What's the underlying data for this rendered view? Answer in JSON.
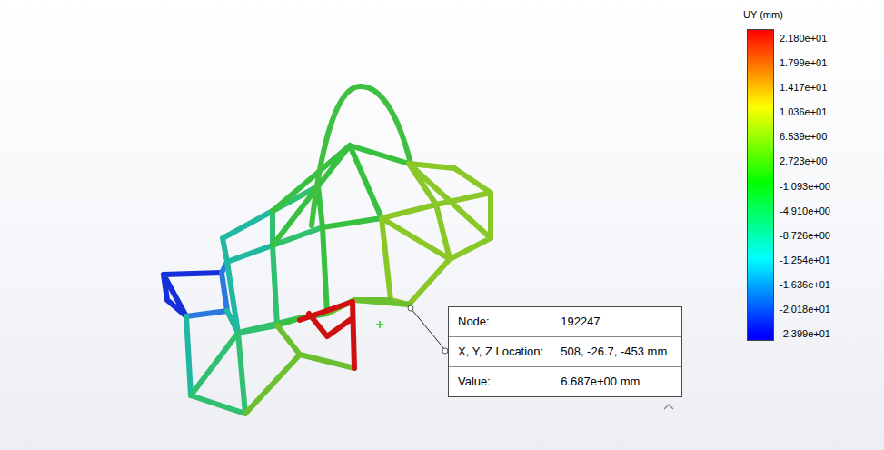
{
  "diagram": {
    "nodes": [
      {
        "text": [
          "Node:",
          "192247",
          "X, Y, Z Location:",
          "508, -26.7, -453 mm",
          "Value:",
          "6.687e+00 mm"
        ]
      }
    ],
    "edges": [],
    "labels": [
      "UY (mm)"
    ],
    "legend": [
      {
        "text": "2.180e+01",
        "color": "#ff0000"
      },
      {
        "text": "1.799e+01",
        "color": "#ff5500"
      },
      {
        "text": "1.417e+01",
        "color": "#ffaa00"
      },
      {
        "text": "1.036e+01",
        "color": "#ffff00"
      },
      {
        "text": "6.539e+00",
        "color": "#aaff00"
      },
      {
        "text": "2.723e+00",
        "color": "#55ff00"
      },
      {
        "text": "-1.093e+00",
        "color": "#00ff00"
      },
      {
        "text": "-4.910e+00",
        "color": "#00ff55"
      },
      {
        "text": "-8.726e+00",
        "color": "#00ffaa"
      },
      {
        "text": "-1.254e+01",
        "color": "#00ffff"
      },
      {
        "text": "-1.636e+01",
        "color": "#00aaff"
      },
      {
        "text": "-2.018e+01",
        "color": "#0055ff"
      },
      {
        "text": "-2.399e+01",
        "color": "#0000ff"
      }
    ]
  }
}
